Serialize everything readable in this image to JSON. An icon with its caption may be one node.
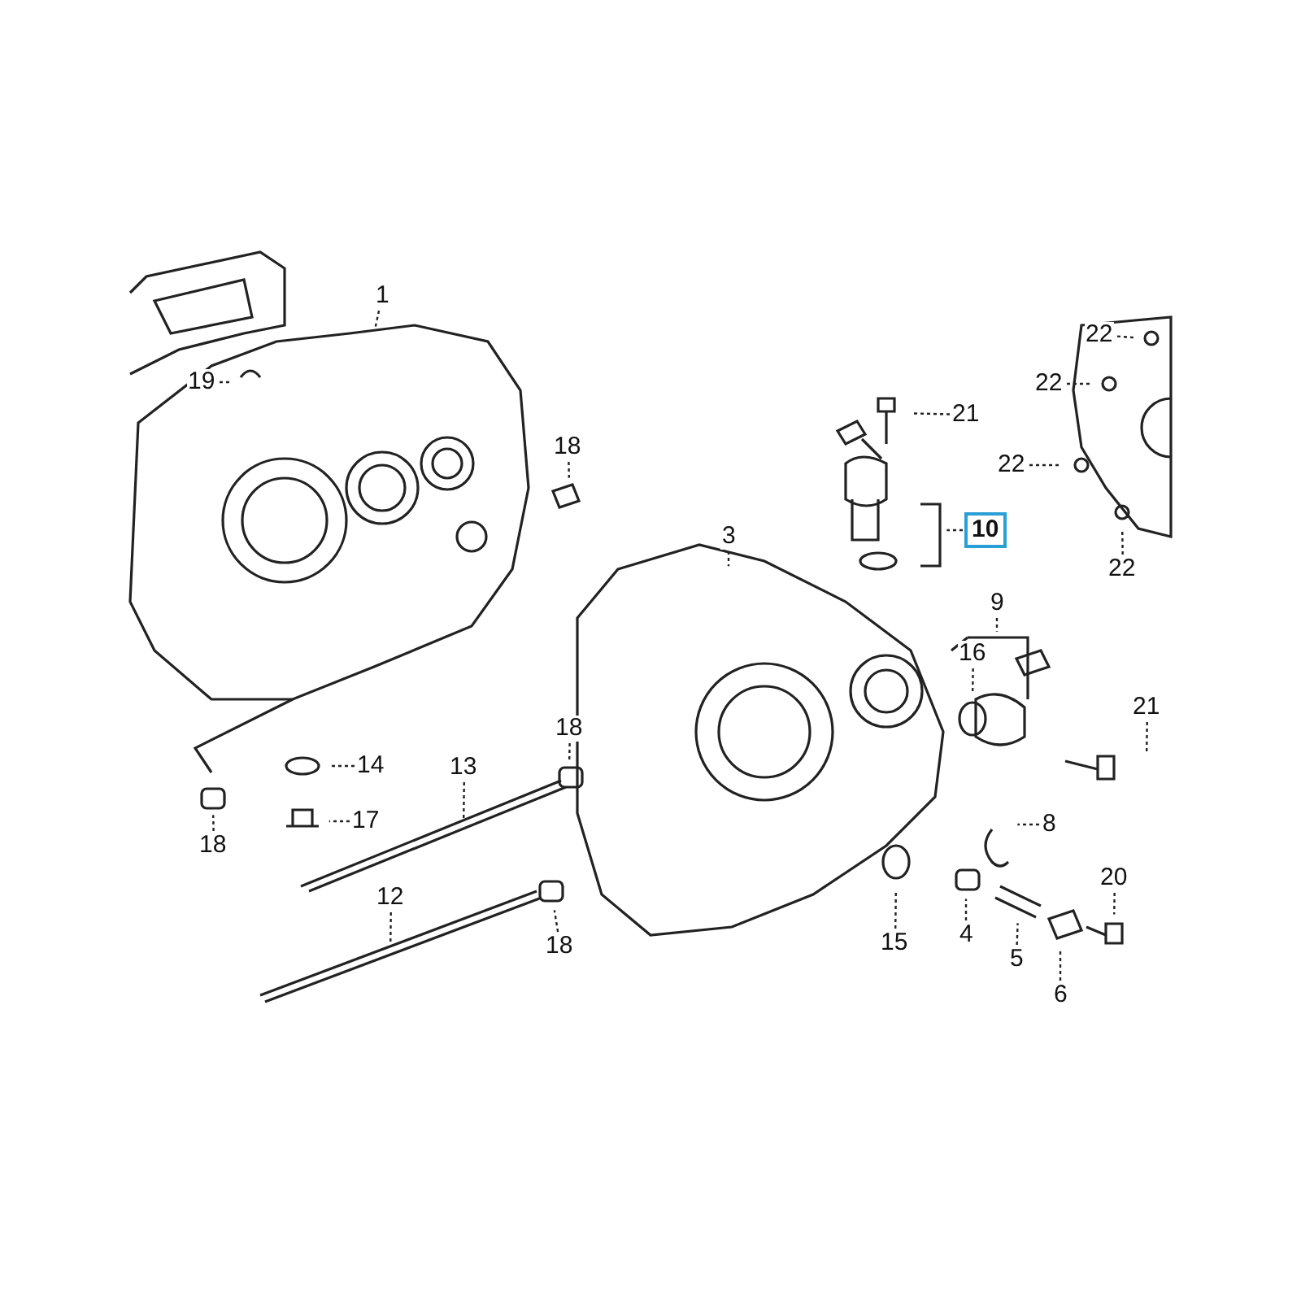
{
  "diagram": {
    "nodes": [
      {
        "text": [
          "1"
        ]
      },
      {
        "text": [
          "22"
        ]
      },
      {
        "text": [
          "22"
        ]
      },
      {
        "text": [
          "19"
        ]
      },
      {
        "text": [
          "21"
        ]
      },
      {
        "text": [
          "18"
        ]
      },
      {
        "text": [
          "22"
        ]
      },
      {
        "text": [
          "10"
        ]
      },
      {
        "text": [
          "3"
        ]
      },
      {
        "text": [
          "22"
        ]
      },
      {
        "text": [
          "9"
        ]
      },
      {
        "text": [
          "16"
        ]
      },
      {
        "text": [
          "21"
        ]
      },
      {
        "text": [
          "14"
        ]
      },
      {
        "text": [
          "13"
        ]
      },
      {
        "text": [
          "18"
        ]
      },
      {
        "text": [
          "17"
        ]
      },
      {
        "text": [
          "8"
        ]
      },
      {
        "text": [
          "18"
        ]
      },
      {
        "text": [
          "12"
        ]
      },
      {
        "text": [
          "20"
        ]
      },
      {
        "text": [
          "18"
        ]
      },
      {
        "text": [
          "15"
        ]
      },
      {
        "text": [
          "4"
        ]
      },
      {
        "text": [
          "5"
        ]
      },
      {
        "text": [
          "6"
        ]
      }
    ],
    "edges": [
      {
        "from": 0,
        "to": null,
        "arrow": "none"
      },
      {
        "from": 1,
        "to": null,
        "arrow": "none"
      },
      {
        "from": 2,
        "to": null,
        "arrow": "none"
      },
      {
        "from": 3,
        "to": null,
        "arrow": "none"
      },
      {
        "from": 4,
        "to": null,
        "arrow": "none"
      },
      {
        "from": 5,
        "to": null,
        "arrow": "none"
      },
      {
        "from": 6,
        "to": null,
        "arrow": "none"
      },
      {
        "from": 7,
        "to": null,
        "arrow": "none"
      },
      {
        "from": 8,
        "to": null,
        "arrow": "none"
      },
      {
        "from": 9,
        "to": null,
        "arrow": "none"
      },
      {
        "from": 10,
        "to": null,
        "arrow": "none"
      },
      {
        "from": 11,
        "to": null,
        "arrow": "none"
      },
      {
        "from": 12,
        "to": null,
        "arrow": "none"
      },
      {
        "from": 13,
        "to": null,
        "arrow": "none"
      },
      {
        "from": 14,
        "to": null,
        "arrow": "none"
      },
      {
        "from": 15,
        "to": null,
        "arrow": "none"
      },
      {
        "from": 16,
        "to": null,
        "arrow": "none"
      },
      {
        "from": 17,
        "to": null,
        "arrow": "none"
      },
      {
        "from": 18,
        "to": null,
        "arrow": "none"
      },
      {
        "from": 19,
        "to": null,
        "arrow": "none"
      },
      {
        "from": 20,
        "to": null,
        "arrow": "none"
      },
      {
        "from": 21,
        "to": null,
        "arrow": "none"
      },
      {
        "from": 22,
        "to": null,
        "arrow": "none"
      },
      {
        "from": 23,
        "to": null,
        "arrow": "none"
      },
      {
        "from": 24,
        "to": null,
        "arrow": "none"
      },
      {
        "from": 25,
        "to": null,
        "arrow": "none"
      }
    ]
  }
}
